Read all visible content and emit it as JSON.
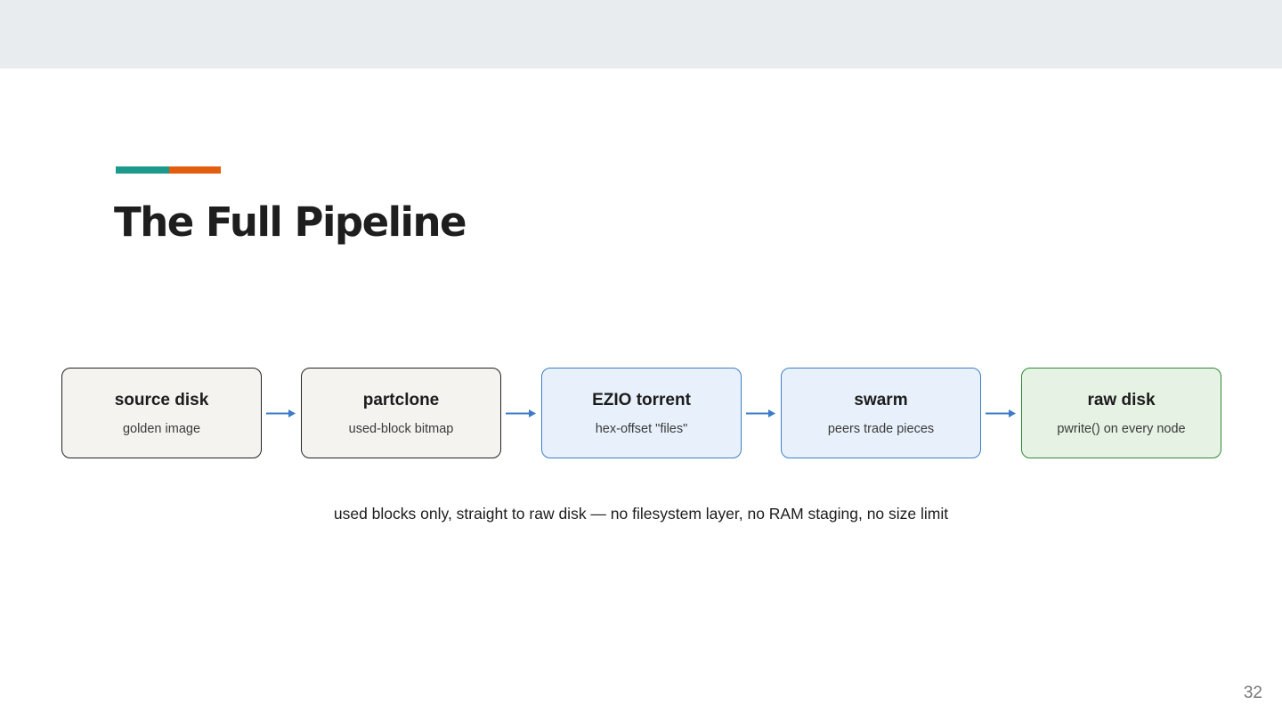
{
  "slide": {
    "title": "The Full Pipeline",
    "caption": "used blocks only, straight to raw disk — no filesystem layer, no RAM staging, no size limit",
    "page_number": "32"
  },
  "colors": {
    "band": "#e8ecee",
    "accent_teal": "#1b9a8c",
    "accent_orange": "#e35d0e",
    "arrow": "#3b7bc8"
  },
  "pipeline": {
    "nodes": [
      {
        "label": "source disk",
        "sublabel": "golden image",
        "fill": "#f4f3f0",
        "stroke": "#222222"
      },
      {
        "label": "partclone",
        "sublabel": "used-block bitmap",
        "fill": "#f4f3f0",
        "stroke": "#222222"
      },
      {
        "label": "EZIO torrent",
        "sublabel": "hex-offset \"files\"",
        "fill": "#e8f1fb",
        "stroke": "#3d7fc6"
      },
      {
        "label": "swarm",
        "sublabel": "peers trade pieces",
        "fill": "#e8f1fb",
        "stroke": "#3d7fc6"
      },
      {
        "label": "raw disk",
        "sublabel": "pwrite() on every node",
        "fill": "#e6f3e4",
        "stroke": "#2e8a36"
      }
    ]
  }
}
